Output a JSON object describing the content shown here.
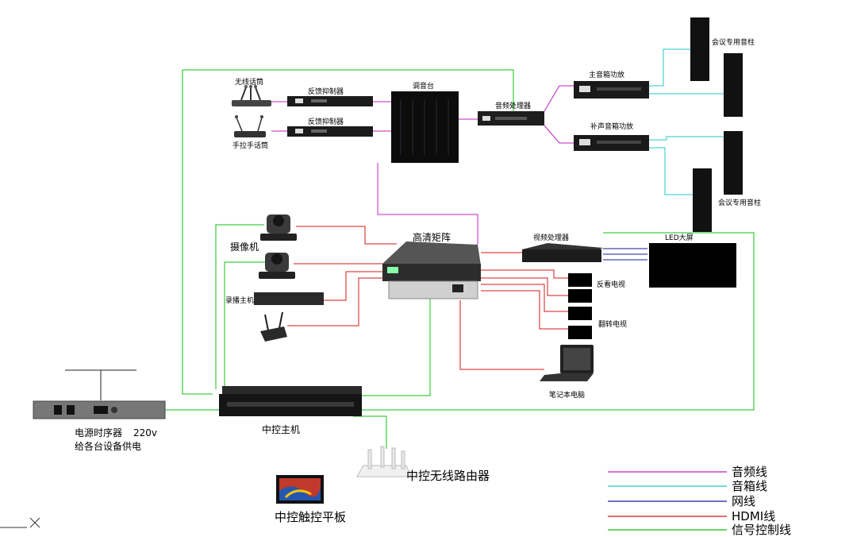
{
  "labels": {
    "wireless_mic": "无线话筒",
    "handheld_mic": "手拉手话筒",
    "feedback_suppressor_1": "反馈抑制器",
    "feedback_suppressor_2": "反馈抑制器",
    "mixer": "调音台",
    "audio_processor": "音频处理器",
    "main_amp": "主音箱功放",
    "fill_amp": "补声音箱功放",
    "speaker_top": "会议专用音柱",
    "speaker_bottom": "会议专用音柱",
    "camera": "摄像机",
    "recorder": "录播主机",
    "hd_matrix": "高清矩阵",
    "video_processor": "视频处理器",
    "led_screen": "LED大屏",
    "monitor_tv": "反看电视",
    "flip_tv": "翻转电视",
    "laptop": "笔记本电脑",
    "power_sequencer": "电源时序器",
    "power_voltage": "220v",
    "power_note": "给各台设备供电",
    "central_host": "中控主机",
    "wireless_router": "中控无线路由器",
    "touch_panel": "中控触控平板"
  },
  "legend": [
    {
      "label": "音频线",
      "color": "#c020c0"
    },
    {
      "label": "音箱线",
      "color": "#20c8c8"
    },
    {
      "label": "网线",
      "color": "#1a1aa0"
    },
    {
      "label": "HDMI线",
      "color": "#d01818"
    },
    {
      "label": "信号控制线",
      "color": "#10c010"
    }
  ]
}
